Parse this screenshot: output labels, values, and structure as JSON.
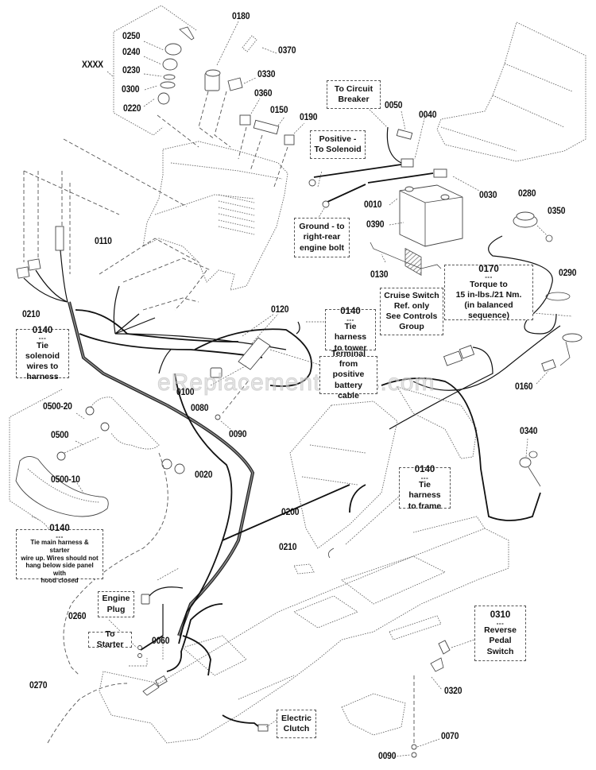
{
  "diagram": {
    "title": "Electrical System Parts Diagram",
    "watermark": "eReplacementParts.com",
    "part_labels": {
      "xxxx": "XXXX",
      "p0250": "0250",
      "p0240": "0240",
      "p0230": "0230",
      "p0300": "0300",
      "p0220": "0220",
      "p0180": "0180",
      "p0370": "0370",
      "p0330": "0330",
      "p0360": "0360",
      "p0150": "0150",
      "p0190": "0190",
      "p0050": "0050",
      "p0040": "0040",
      "p0030": "0030",
      "p0010": "0010",
      "p0390": "0390",
      "p0130": "0130",
      "p0280": "0280",
      "p0350": "0350",
      "p0290": "0290",
      "p0160": "0160",
      "p0110": "0110",
      "p0210a": "0210",
      "p0120": "0120",
      "p0100": "0100",
      "p0080": "0080",
      "p0090a": "0090",
      "p0500_20": "0500-20",
      "p0500": "0500",
      "p0500_10": "0500-10",
      "p0020": "0020",
      "p0200": "0200",
      "p0210b": "0210",
      "p0340": "0340",
      "p0260": "0260",
      "p0060": "0060",
      "p0270": "0270",
      "p0320": "0320",
      "p0070": "0070",
      "p0090b": "0090"
    },
    "notes": {
      "circuit_breaker": {
        "line1": "To Circuit",
        "line2": "Breaker"
      },
      "positive_solenoid": {
        "line1": "Positive -",
        "line2": "To Solenoid"
      },
      "ground": {
        "line1": "Ground - to",
        "line2": "right-rear",
        "line3": "engine bolt"
      },
      "torque": {
        "num": "0170",
        "dash": "---",
        "line1": "Torque to",
        "line2": "15 in-lbs./21 Nm.",
        "line3": "(in balanced sequence)"
      },
      "cruise": {
        "line1": "Cruise Switch",
        "line2": "Ref. only",
        "line3": "See Controls",
        "line4": "Group"
      },
      "tie_tower": {
        "num": "0140",
        "dash": "---",
        "line1": "Tie harness",
        "line2": "to tower"
      },
      "terminal": {
        "line1": "Terminal from",
        "line2": "positive",
        "line3": "battery cable"
      },
      "tie_solenoid": {
        "num": "0140",
        "dash": "---",
        "line1": "Tie solenoid",
        "line2": "wires to",
        "line3": "harness"
      },
      "tie_frame": {
        "num": "0140",
        "dash": "---",
        "line1": "Tie harness",
        "line2": "to frame"
      },
      "tie_main": {
        "num": "0140",
        "dash": "---",
        "line1": "Tie main harness & starter",
        "line2": "wire up. Wires should not",
        "line3": "hang below side panel with",
        "line4": "hood closed"
      },
      "engine_plug": {
        "line1": "Engine",
        "line2": "Plug"
      },
      "to_starter": {
        "line1": "To Starter"
      },
      "reverse": {
        "num": "0310",
        "dash": "---",
        "line1": "Reverse",
        "line2": "Pedal",
        "line3": "Switch"
      },
      "clutch": {
        "line1": "Electric",
        "line2": "Clutch"
      }
    }
  }
}
